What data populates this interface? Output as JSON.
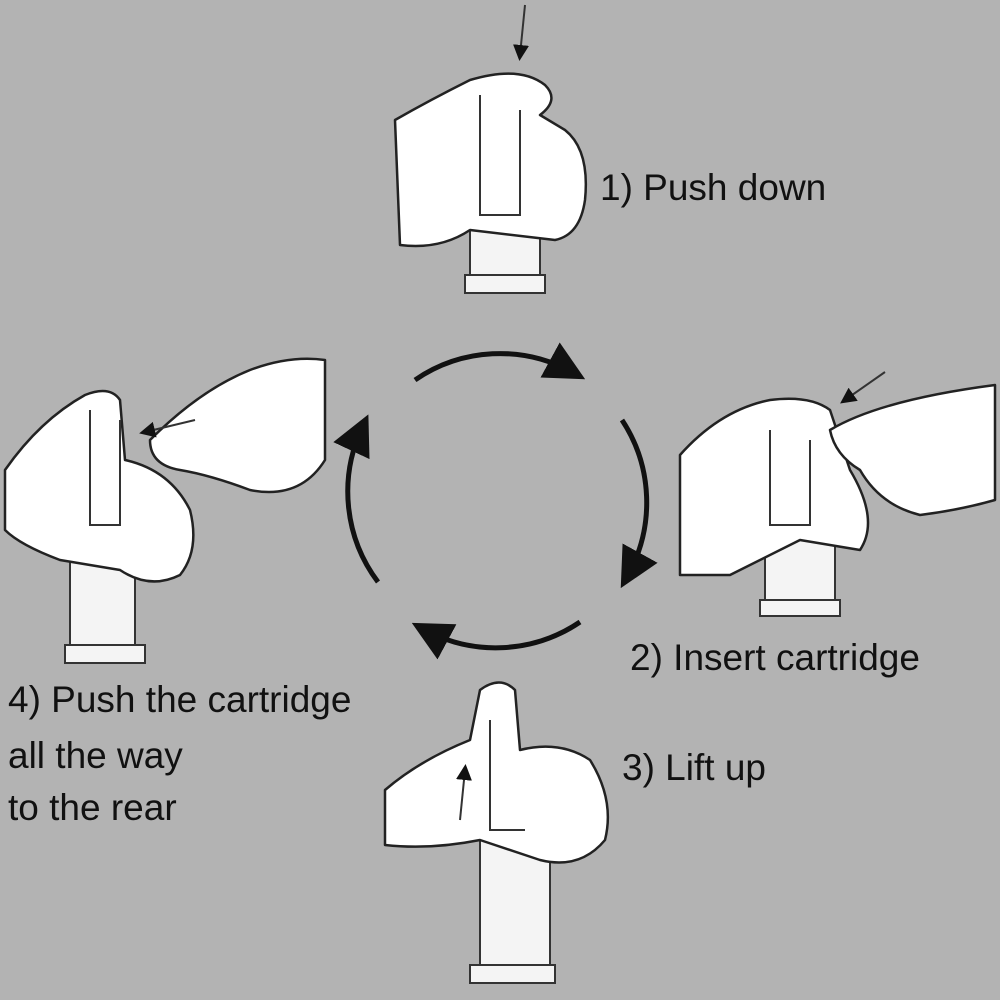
{
  "steps": [
    {
      "label": "1) Push down"
    },
    {
      "label": "2) Insert cartridge"
    },
    {
      "label": "3) Lift up"
    },
    {
      "label": "4) Push the cartridge",
      "label_line2": "all the way",
      "label_line3": "to the rear"
    }
  ],
  "colors": {
    "background": "#b3b3b3",
    "ink": "#111111",
    "hand": "#ffffff"
  }
}
